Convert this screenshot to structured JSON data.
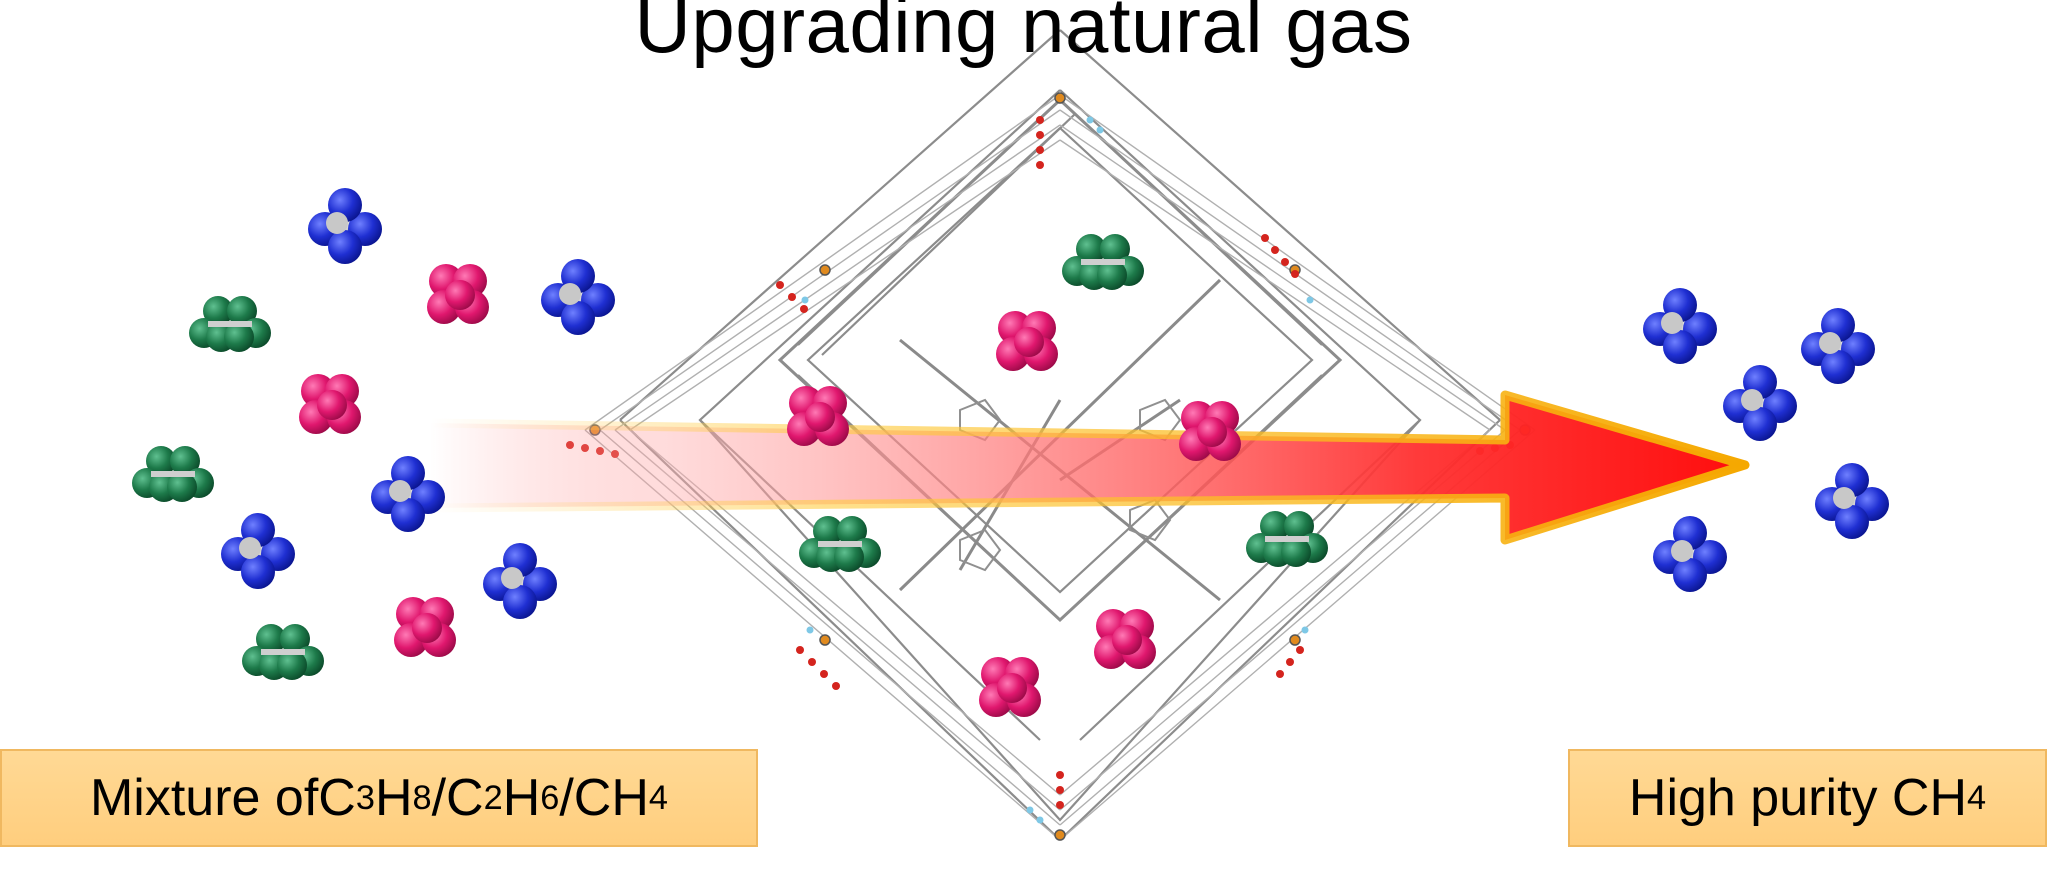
{
  "title": "Upgrading natural gas",
  "labels": {
    "mixture": {
      "prefix": "Mixture of ",
      "parts": [
        "C",
        "3",
        "H",
        "8",
        "/C",
        "2",
        "H",
        "6",
        "/CH",
        "4"
      ]
    },
    "product": {
      "prefix": "High purity CH",
      "sub": "4"
    }
  },
  "colors": {
    "methane": "#1f2fd2",
    "ethane": "#e0176e",
    "propane": "#1d7a4a",
    "arrow_core": "#ff1a1a",
    "arrow_outline": "#f6b400",
    "label_fill": "#ffd48a"
  },
  "icons": {
    "methane_molecule": "blue-sphere-cluster",
    "ethane_molecule": "magenta-sphere-cluster",
    "propane_molecule": "green-sphere-cluster",
    "framework": "metal-organic-framework-lattice"
  }
}
